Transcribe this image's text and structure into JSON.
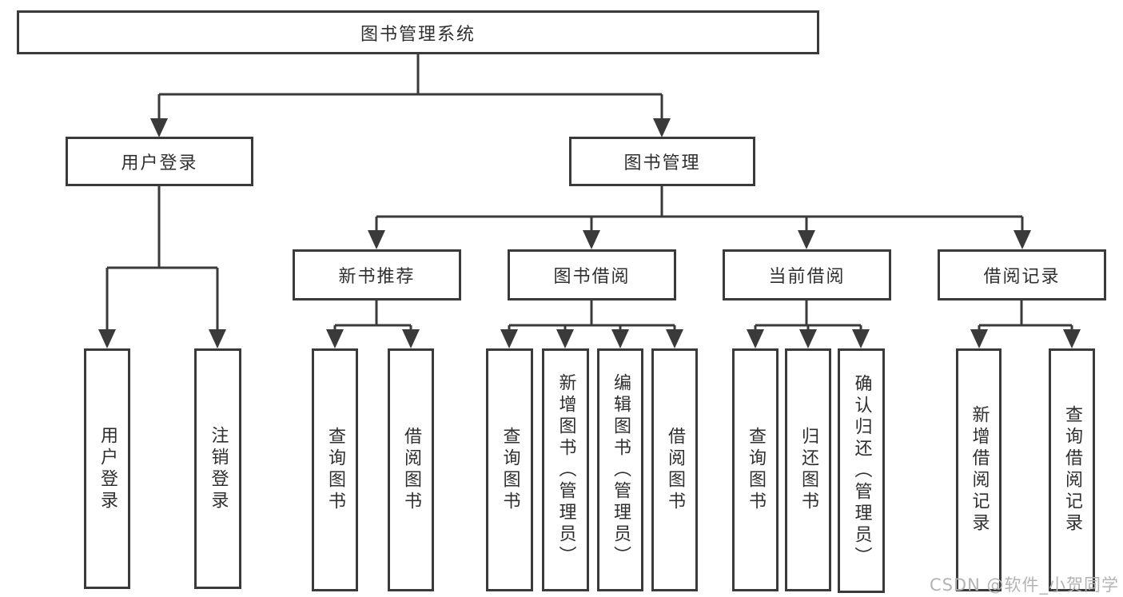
{
  "colors": {
    "line": "#3a3a3a",
    "border": "#3a3a3a",
    "text": "#2f2f2f",
    "watermark": "#b3b3b3",
    "background": "#ffffff"
  },
  "watermark": {
    "text": "CSDN @软件_小贺同学"
  },
  "nodes": {
    "root": {
      "label": "图书管理系统"
    },
    "user_login_branch": {
      "label": "用户登录"
    },
    "book_management": {
      "label": "图书管理"
    },
    "user_login_leaf": {
      "label": "用户登录"
    },
    "logout_leaf": {
      "label": "注销登录"
    },
    "new_book_recommend": {
      "label": "新书推荐"
    },
    "book_borrowing": {
      "label": "图书借阅"
    },
    "current_borrowing": {
      "label": "当前借阅"
    },
    "borrowing_records": {
      "label": "借阅记录"
    },
    "recommend_query_book": {
      "label": "查询图书"
    },
    "recommend_borrow_book": {
      "label": "借阅图书"
    },
    "borrowing_query_book": {
      "label": "查询图书"
    },
    "borrowing_add_book_admin": {
      "label": "新增图书（管理员）"
    },
    "borrowing_edit_book_admin": {
      "label": "编辑图书（管理员）"
    },
    "borrowing_borrow_book": {
      "label": "借阅图书"
    },
    "current_query_book": {
      "label": "查询图书"
    },
    "current_return_book": {
      "label": "归还图书"
    },
    "current_confirm_return_admin": {
      "label": "确认归还（管理员）"
    },
    "records_add_record": {
      "label": "新增借阅记录"
    },
    "records_query_record": {
      "label": "查询借阅记录"
    }
  }
}
